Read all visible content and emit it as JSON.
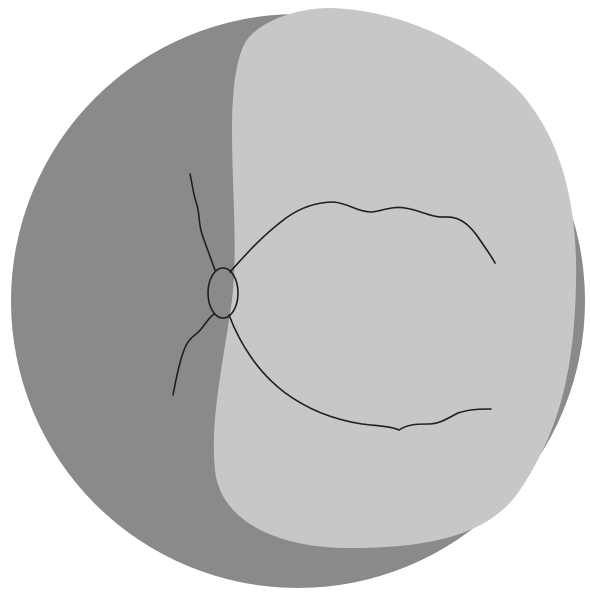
{
  "diagram": {
    "colors": {
      "background": "#ffffff",
      "outer_disc": "#8a8a8a",
      "inner_region": "#c7c7c7",
      "vessel_line": "#1f1f1f"
    },
    "elements": [
      "fundus-disc",
      "pale-region",
      "optic-disc",
      "upper-vessel-right",
      "lower-vessel-right",
      "upper-vessel-left",
      "lower-vessel-left"
    ]
  }
}
